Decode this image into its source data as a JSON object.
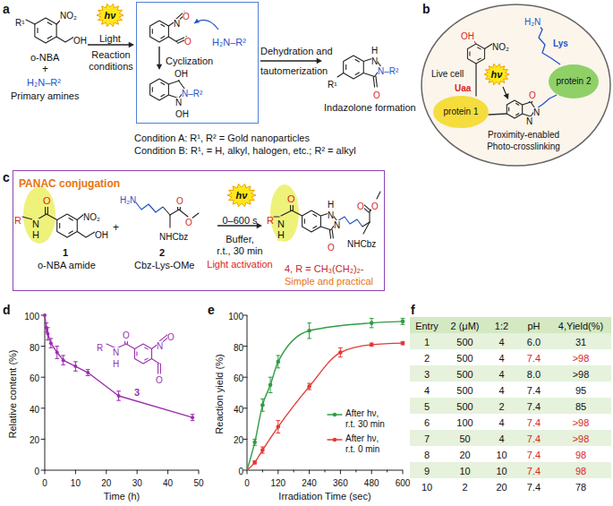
{
  "diagram": {
    "nodes": [
      {
        "text": [
          "hν"
        ]
      },
      {
        "text": [
          "H₂N–R²",
          "Cyclization"
        ]
      },
      {
        "text": [
          "Live cell"
        ]
      },
      {
        "text": [
          "protein 1"
        ],
        "in": 2
      },
      {
        "text": [
          "protein 2"
        ],
        "in": 2
      },
      {
        "text": [
          "hν"
        ],
        "in": 2
      },
      {
        "text": [
          "PANAC conjugation"
        ]
      },
      {
        "text": [
          "hν"
        ],
        "in": 6
      }
    ],
    "labels": [
      "a",
      "R¹",
      "NO₂",
      "OH",
      "o-NBA",
      "+",
      "H₂N–R²",
      "Primary amines",
      "Light",
      "Reaction conditions",
      "N",
      "O",
      "O",
      "OH",
      "N–R²",
      "N",
      "OH",
      "Dehydration and tautomerization",
      "R¹",
      "H",
      "N",
      "N–R²",
      "O",
      "Indazolone formation",
      "Condition A: R¹, R² = Gold nanoparticles",
      "Condition B: R¹, = H, alkyl, halogen, etc.; R² = alkyl",
      "b",
      "OH",
      "NO₂",
      "Uaa",
      "H₂N",
      "Lys",
      "O",
      "N",
      "N",
      "Proximity-enabled",
      "Photo-crosslinking",
      "c",
      "R",
      "N",
      "H",
      "O",
      "NO₂",
      "OH",
      "1",
      "o-NBA amide",
      "+",
      "H₂N",
      "O",
      "O",
      "NHCbz",
      "2",
      "Cbz-Lys-OMe",
      "0–600 s",
      "Buffer,",
      "r.t., 30 min",
      "Light activation",
      "R",
      "N",
      "H",
      "O",
      "H",
      "N",
      "N",
      "O",
      "O",
      "O",
      "NHCbz",
      "4, R = CH₃(CH₂)₂-",
      "Simple and practical",
      "d",
      "Relative content (%)",
      "0",
      "20",
      "40",
      "60",
      "80",
      "100",
      "0",
      "10",
      "20",
      "30",
      "40",
      "50",
      "Time (h)",
      "R",
      "N",
      "H",
      "O",
      "N",
      "O",
      "O",
      "3",
      "e",
      "Reaction yield (%)",
      "0",
      "20",
      "40",
      "60",
      "80",
      "100",
      "0",
      "120",
      "240",
      "360",
      "480",
      "600",
      "Irradiation Time (sec)",
      "f",
      "Entry",
      "2 (μM)",
      "1:2",
      "pH",
      "4,Yield(%)",
      "1",
      "500",
      "4",
      "6.0",
      "31",
      "2",
      "500",
      "4",
      "7.4",
      ">98",
      "3",
      "500",
      "4",
      "8.0",
      ">98",
      "4",
      "500",
      "4",
      "7.4",
      "95",
      "5",
      "500",
      "2",
      "7.4",
      "85",
      "6",
      "100",
      "4",
      "7.4",
      ">98",
      "7",
      "50",
      "4",
      "7.4",
      ">98",
      "8",
      "20",
      "10",
      "7.4",
      "98",
      "9",
      "10",
      "10",
      "7.4",
      "98",
      "10",
      "2",
      "20",
      "7.4",
      "78"
    ],
    "legend": [
      {
        "text": "After hν, r.t. 30 min"
      },
      {
        "text": "After hν, r.t. 0 min"
      }
    ]
  }
}
